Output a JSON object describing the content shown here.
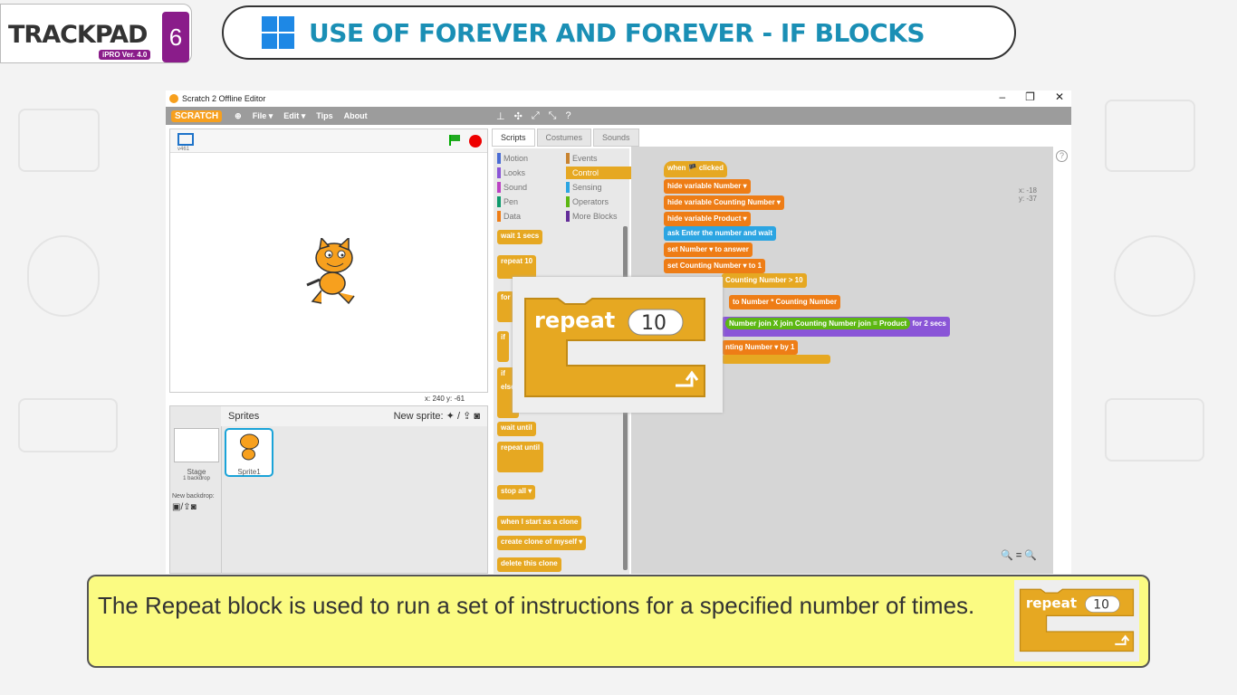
{
  "brand": {
    "name": "TRACKPAD",
    "version": "iPRO Ver. 4.0",
    "grade": "6"
  },
  "slide_title": "USE OF FOREVER AND FOREVER - IF BLOCKS",
  "window": {
    "title": "Scratch 2 Offline Editor",
    "minimize": "–",
    "maximize": "❐",
    "close": "✕"
  },
  "menu": {
    "logo": "SCRATCH",
    "file": "File ▾",
    "edit": "Edit ▾",
    "tips": "Tips",
    "about": "About"
  },
  "stage": {
    "version": "v461",
    "coords": "x: 240  y: -61"
  },
  "sprites": {
    "header": "Sprites",
    "new_sprite": "New sprite:",
    "stage_label": "Stage",
    "stage_sub": "1 backdrop",
    "new_backdrop": "New backdrop:",
    "sprite1": "Sprite1"
  },
  "tabs": [
    "Scripts",
    "Costumes",
    "Sounds"
  ],
  "categories": [
    {
      "name": "Motion",
      "color": "#4a6cd4"
    },
    {
      "name": "Events",
      "color": "#c88330"
    },
    {
      "name": "Looks",
      "color": "#8a55d7"
    },
    {
      "name": "Control",
      "color": "#e6a822"
    },
    {
      "name": "Sound",
      "color": "#bb42c3"
    },
    {
      "name": "Sensing",
      "color": "#2ca5e2"
    },
    {
      "name": "Pen",
      "color": "#0e9a6c"
    },
    {
      "name": "Operators",
      "color": "#5cb712"
    },
    {
      "name": "Data",
      "color": "#ee7d16"
    },
    {
      "name": "More Blocks",
      "color": "#632d99"
    }
  ],
  "palette_blocks": {
    "wait": "wait 1 secs",
    "repeat": "repeat 10",
    "forever": "for",
    "if": "if",
    "if2": "if",
    "else": "else",
    "wait_until": "wait until",
    "repeat_until": "repeat until",
    "stop": "stop all ▾",
    "clone_start": "when I start as a clone",
    "create_clone": "create clone of myself ▾",
    "delete_clone": "delete this clone"
  },
  "script": {
    "when_clicked": "when 🏴 clicked",
    "hide1": "hide variable Number ▾",
    "hide2": "hide variable Counting Number ▾",
    "hide3": "hide variable Product ▾",
    "ask": "ask Enter the number and wait",
    "set1": "set Number ▾ to answer",
    "set2": "set Counting Number ▾ to 1",
    "repeat_until": "Counting Number > 10",
    "set3": "to Number * Counting Number",
    "say": "Number  join X  join Counting Number  join =  Product",
    "say_end": "for 2 secs",
    "change": "nting Number ▾ by 1",
    "xy": "x: -18\ny: -37",
    "zoom": "🔍 = 🔍"
  },
  "zoom_block": {
    "label": "repeat",
    "value": "10"
  },
  "caption": "The Repeat block is used to run a set of instructions for a specified number of times."
}
